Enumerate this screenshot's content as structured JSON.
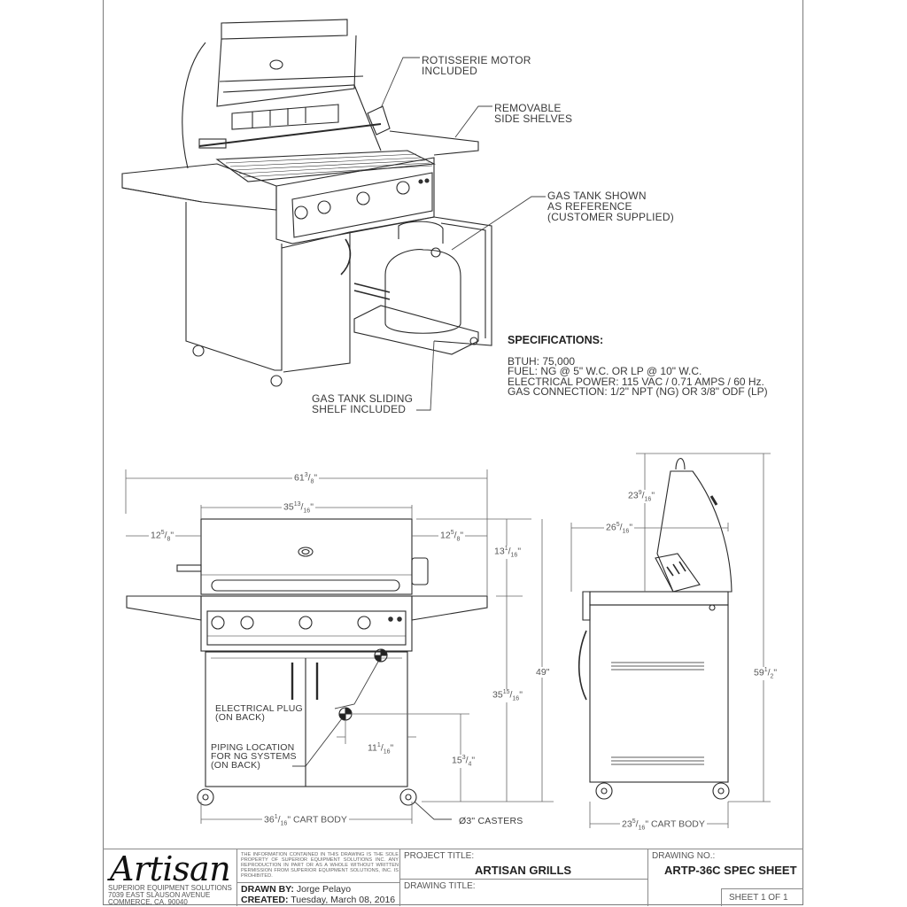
{
  "callouts": {
    "rotisserie": [
      "ROTISSERIE MOTOR",
      "INCLUDED"
    ],
    "side_shelves": [
      "REMOVABLE",
      "SIDE SHELVES"
    ],
    "gas_tank": [
      "GAS TANK SHOWN",
      "AS REFERENCE",
      "(CUSTOMER SUPPLIED)"
    ],
    "sliding_shelf": [
      "GAS TANK SLIDING",
      "SHELF INCLUDED"
    ],
    "electrical_plug": [
      "ELECTRICAL PLUG",
      "(ON BACK)"
    ],
    "piping_location": [
      "PIPING LOCATION",
      "FOR NG SYSTEMS",
      "(ON BACK)"
    ],
    "casters": "Ø3\" CASTERS"
  },
  "specifications": {
    "heading": "SPECIFICATIONS:",
    "btuh": "BTUH: 75,000",
    "fuel": "FUEL:  NG @ 5\" W.C. OR LP @ 10\" W.C.",
    "electrical": "ELECTRICAL POWER: 115 VAC / 0.71 AMPS / 60 Hz.",
    "gas_connection": "GAS CONNECTION: 1/2\" NPT (NG) OR 3/8\" ODF (LP)"
  },
  "dimensions": {
    "front": {
      "overall_width": {
        "whole": "61",
        "num": "3",
        "den": "8"
      },
      "hood_width": {
        "whole": "35",
        "num": "13",
        "den": "16"
      },
      "left_shelf": {
        "whole": "12",
        "num": "5",
        "den": "8"
      },
      "right_shelf": {
        "whole": "12",
        "num": "5",
        "den": "8"
      },
      "hood_height": {
        "whole": "13",
        "num": "1",
        "den": "16"
      },
      "counter_height": {
        "whole": "35",
        "num": "15",
        "den": "16"
      },
      "total_height": {
        "whole": "49",
        "num": "",
        "den": ""
      },
      "plug_offset": {
        "whole": "11",
        "num": "1",
        "den": "16"
      },
      "piping_height": {
        "whole": "15",
        "num": "3",
        "den": "4"
      },
      "cart_body": {
        "whole": "36",
        "num": "1",
        "den": "16",
        "suffix": "CART BODY"
      }
    },
    "side": {
      "hood_open_height": {
        "whole": "23",
        "num": "9",
        "den": "16"
      },
      "depth": {
        "whole": "26",
        "num": "5",
        "den": "16"
      },
      "overall_height": {
        "whole": "59",
        "num": "1",
        "den": "2"
      },
      "cart_body": {
        "whole": "23",
        "num": "5",
        "den": "16",
        "suffix": "CART BODY"
      }
    }
  },
  "title_block": {
    "logo": "Artisan",
    "company": [
      "SUPERIOR EQUIPMENT SOLUTIONS",
      "7039 EAST SLAUSON AVENUE",
      "COMMERCE, CA. 90040"
    ],
    "notice": "THE INFORMATION CONTAINED IN THIS DRAWING IS THE SOLE PROPERTY OF SUPERIOR EQUIPMENT SOLUTIONS INC. ANY REPRODUCTION IN PART OR AS A WHOLE WITHOUT WRITTEN PERMISSION FROM SUPERIOR EQUIPMENT SOLUTIONS, INC. IS PROHIBITED.",
    "drawn_by_label": "DRAWN BY:",
    "drawn_by": "Jorge Pelayo",
    "created_label": "CREATED:",
    "created": "Tuesday, March 08, 2016",
    "project_title_label": "PROJECT TITLE:",
    "project_title": "ARTISAN GRILLS",
    "drawing_title_label": "DRAWING TITLE:",
    "drawing_title": "",
    "drawing_no_label": "DRAWING NO.:",
    "drawing_no": "ARTP-36C SPEC SHEET",
    "sheet": "SHEET 1 OF 1"
  }
}
